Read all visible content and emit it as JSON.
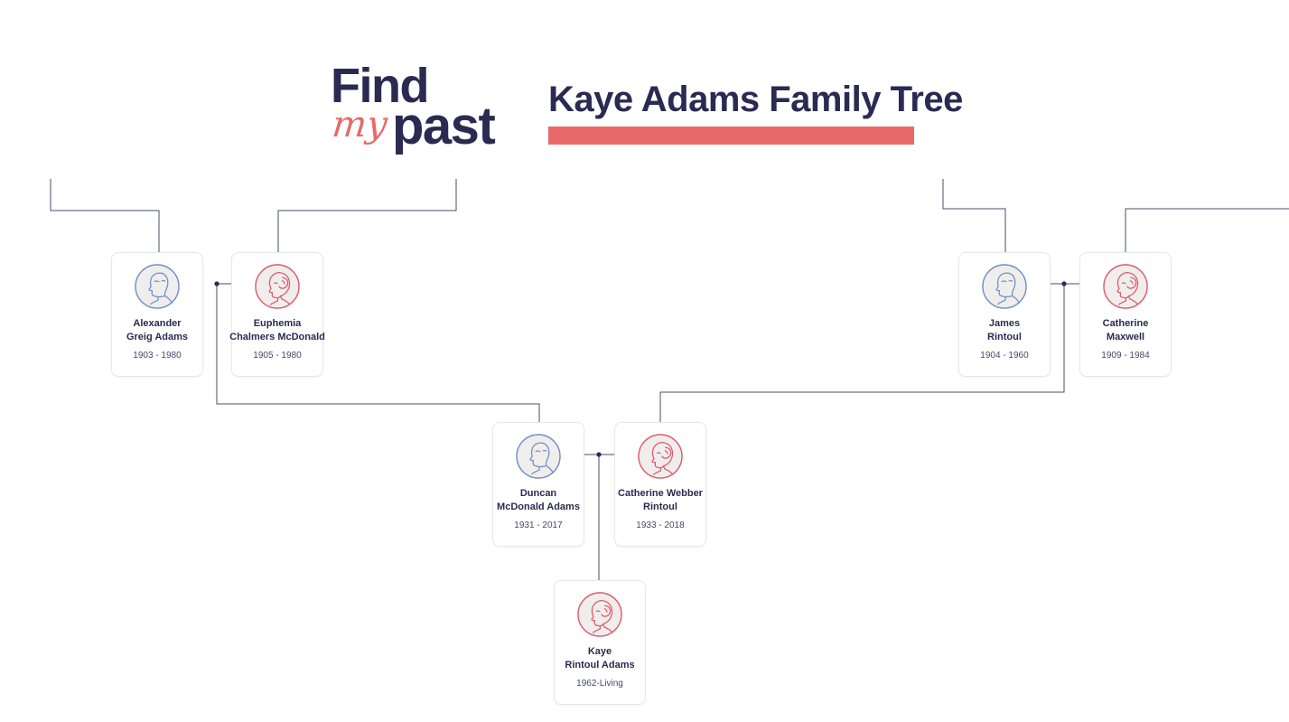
{
  "brand": {
    "line1": "Find",
    "script": "my",
    "line2": "past"
  },
  "header": {
    "title": "Kaye Adams Family Tree",
    "accent_color": "#e8696a",
    "title_color": "#2a2a52"
  },
  "theme": {
    "male_color": "#6f8fc9",
    "female_color": "#e0596a",
    "connector_color": "#4a4d6e",
    "card_border": "#e6e8ee",
    "avatar_bg": "#efeeec"
  },
  "tree": {
    "people": [
      {
        "id": "alexander",
        "name_lines": [
          "Alexander",
          "Greig Adams"
        ],
        "dates": "1903 - 1980",
        "sex": "male",
        "avatar_icon": "male-profile-avatar-icon"
      },
      {
        "id": "euphemia",
        "name_lines": [
          "Euphemia",
          "Chalmers McDonald"
        ],
        "dates": "1905 - 1980",
        "sex": "female",
        "avatar_icon": "female-profile-avatar-icon"
      },
      {
        "id": "james",
        "name_lines": [
          "James",
          "Rintoul"
        ],
        "dates": "1904 - 1960",
        "sex": "male",
        "avatar_icon": "male-profile-avatar-icon"
      },
      {
        "id": "catherine-maxwell",
        "name_lines": [
          "Catherine",
          "Maxwell"
        ],
        "dates": "1909 - 1984",
        "sex": "female",
        "avatar_icon": "female-profile-avatar-icon"
      },
      {
        "id": "duncan",
        "name_lines": [
          "Duncan",
          "McDonald Adams"
        ],
        "dates": "1931 - 2017",
        "sex": "male",
        "avatar_icon": "male-profile-avatar-icon"
      },
      {
        "id": "catherine-webber",
        "name_lines": [
          "Catherine Webber",
          "Rintoul"
        ],
        "dates": "1933 - 2018",
        "sex": "female",
        "avatar_icon": "female-profile-avatar-icon"
      },
      {
        "id": "kaye",
        "name_lines": [
          "Kaye",
          "Rintoul Adams"
        ],
        "dates": "1962-Living",
        "sex": "female",
        "avatar_icon": "female-profile-avatar-icon"
      }
    ]
  }
}
